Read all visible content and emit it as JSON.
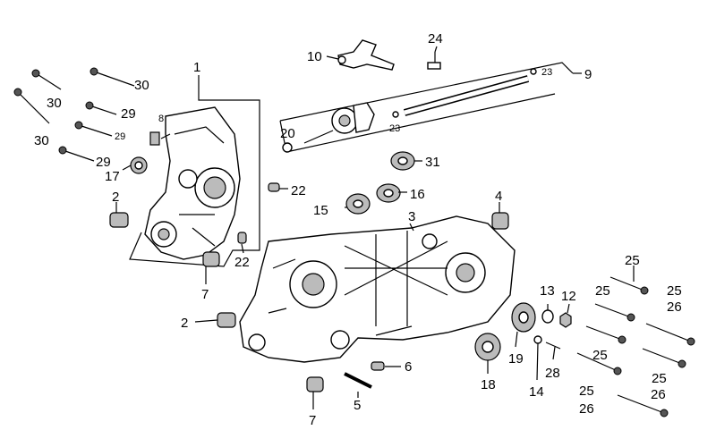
{
  "callouts": [
    {
      "id": "c1",
      "text": "1"
    },
    {
      "id": "c2a",
      "text": "2"
    },
    {
      "id": "c2b",
      "text": "2"
    },
    {
      "id": "c3",
      "text": "3"
    },
    {
      "id": "c4",
      "text": "4"
    },
    {
      "id": "c5",
      "text": "5"
    },
    {
      "id": "c6",
      "text": "6"
    },
    {
      "id": "c7a",
      "text": "7"
    },
    {
      "id": "c7b",
      "text": "7"
    },
    {
      "id": "c8",
      "text": "8"
    },
    {
      "id": "c9",
      "text": "9"
    },
    {
      "id": "c10",
      "text": "10"
    },
    {
      "id": "c12",
      "text": "12"
    },
    {
      "id": "c13",
      "text": "13"
    },
    {
      "id": "c14",
      "text": "14"
    },
    {
      "id": "c15",
      "text": "15"
    },
    {
      "id": "c16",
      "text": "16"
    },
    {
      "id": "c17",
      "text": "17"
    },
    {
      "id": "c18",
      "text": "18"
    },
    {
      "id": "c19",
      "text": "19"
    },
    {
      "id": "c20",
      "text": "20"
    },
    {
      "id": "c22a",
      "text": "22"
    },
    {
      "id": "c22b",
      "text": "22"
    },
    {
      "id": "c23a",
      "text": "23"
    },
    {
      "id": "c23b",
      "text": "23"
    },
    {
      "id": "c24",
      "text": "24"
    },
    {
      "id": "c25a",
      "text": "25"
    },
    {
      "id": "c25b",
      "text": "25"
    },
    {
      "id": "c25c",
      "text": "25"
    },
    {
      "id": "c25d",
      "text": "25"
    },
    {
      "id": "c25e",
      "text": "25"
    },
    {
      "id": "c25f",
      "text": "25"
    },
    {
      "id": "c26a",
      "text": "26"
    },
    {
      "id": "c26b",
      "text": "26"
    },
    {
      "id": "c26c",
      "text": "26"
    },
    {
      "id": "c28",
      "text": "28"
    },
    {
      "id": "c29a",
      "text": "29"
    },
    {
      "id": "c29b",
      "text": "29"
    },
    {
      "id": "c29c",
      "text": "29"
    },
    {
      "id": "c30a",
      "text": "30"
    },
    {
      "id": "c30b",
      "text": "30"
    },
    {
      "id": "c30c",
      "text": "30"
    },
    {
      "id": "c31",
      "text": "31"
    }
  ]
}
